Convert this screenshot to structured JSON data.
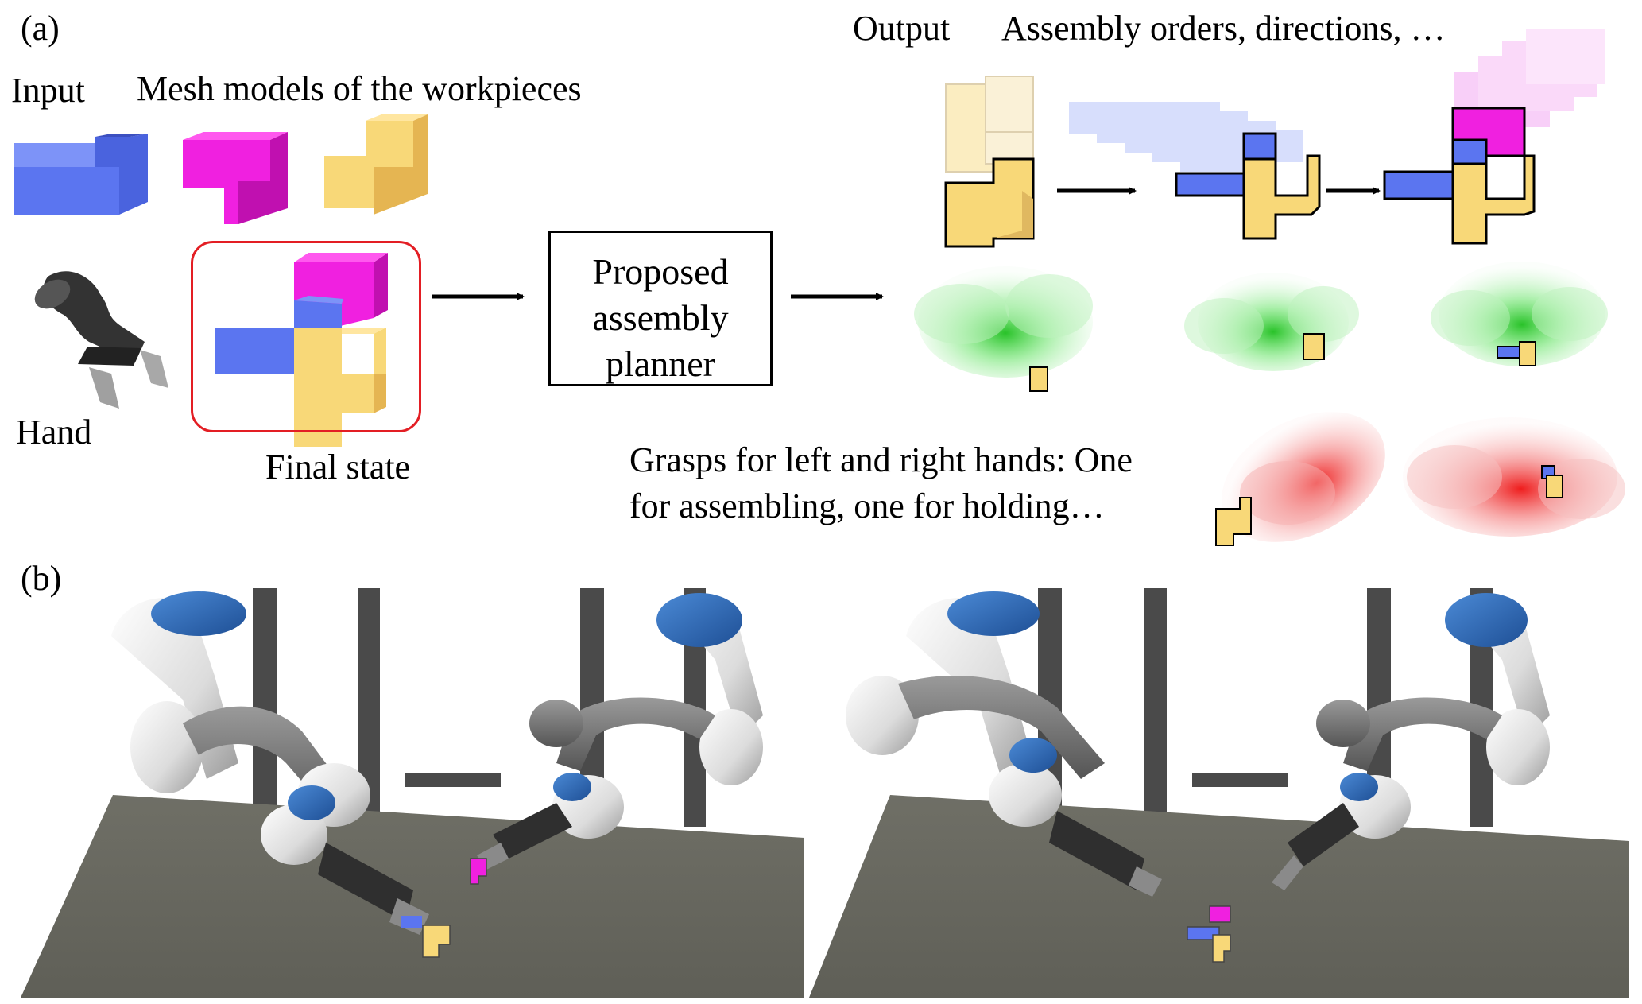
{
  "panel_a": {
    "label": "(a)",
    "input_label": "Input",
    "mesh_label": "Mesh models of the workpieces",
    "hand_label": "Hand",
    "final_state_label": "Final state",
    "planner_label": "Proposed\nassembly\nplanner",
    "output_label": "Output",
    "output_desc": "Assembly orders, directions, …",
    "grasps_desc": "Grasps for left and right hands: One\nfor assembling, one for holding…"
  },
  "panel_b": {
    "label": "(b)"
  },
  "colors": {
    "blue_piece": "#5b75f0",
    "magenta_piece": "#f020e0",
    "yellow_piece": "#f8d878",
    "final_box_border": "#e31e24",
    "grasp_green": "#22cc22",
    "grasp_red": "#ee2222",
    "table": "#6b6b62",
    "frame": "#4a4a4a"
  }
}
